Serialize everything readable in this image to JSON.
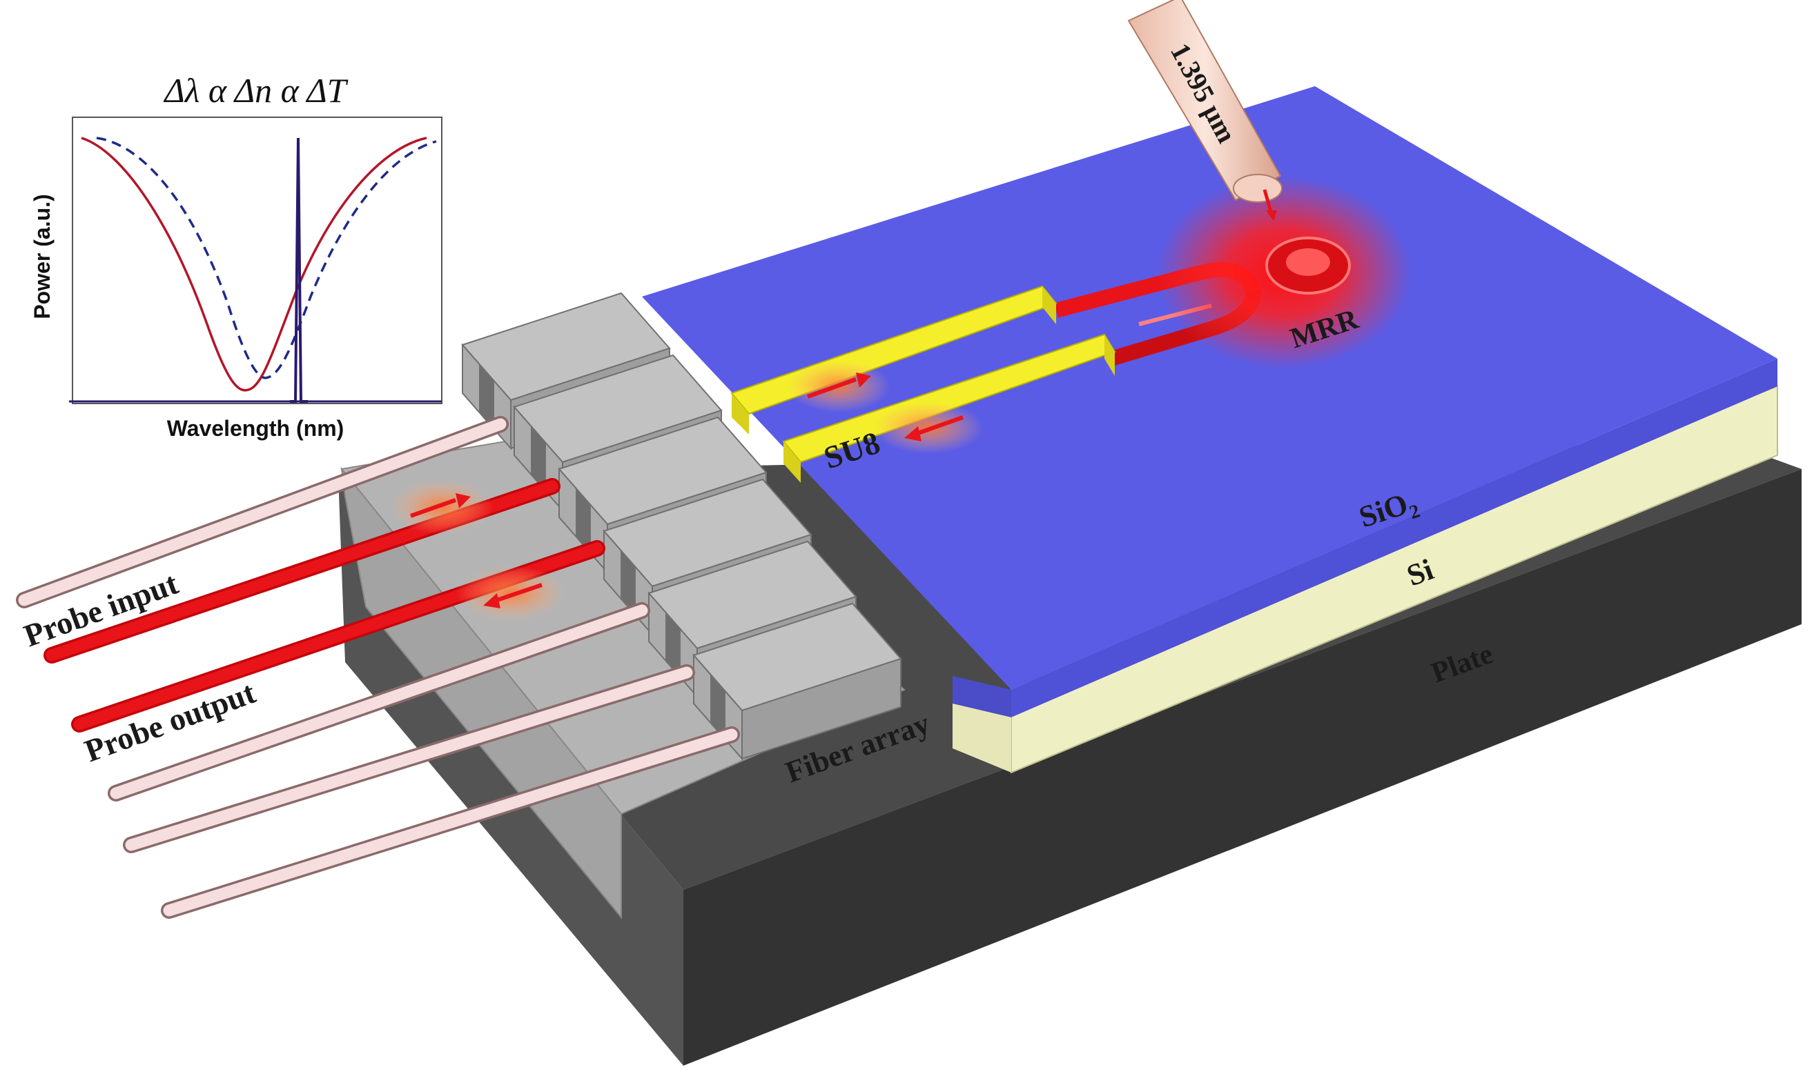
{
  "inset": {
    "title": "Δλ α Δn α ΔT",
    "xlabel": "Wavelength (nm)",
    "ylabel": "Power (a.u.)"
  },
  "labels": {
    "probe_input": "Probe input",
    "probe_output": "Probe output",
    "fiber_array": "Fiber array",
    "su8": "SU8",
    "mrr": "MRR",
    "sio2_base": "SiO",
    "sio2_sub": "2",
    "si": "Si",
    "plate": "Plate",
    "pump": "1.395 µm"
  },
  "colors": {
    "sio2": "#5a5ce6",
    "si": "#efefc4",
    "plate": "#3a3a3a",
    "su8": "#f4ef2a",
    "waveguide": "#e8141a",
    "fiber": "#f6dede",
    "fiber_block": "#b8b8b8",
    "curve_red": "#b3162a",
    "curve_dashed": "#1e2a88",
    "spike": "#2a1a6e"
  }
}
